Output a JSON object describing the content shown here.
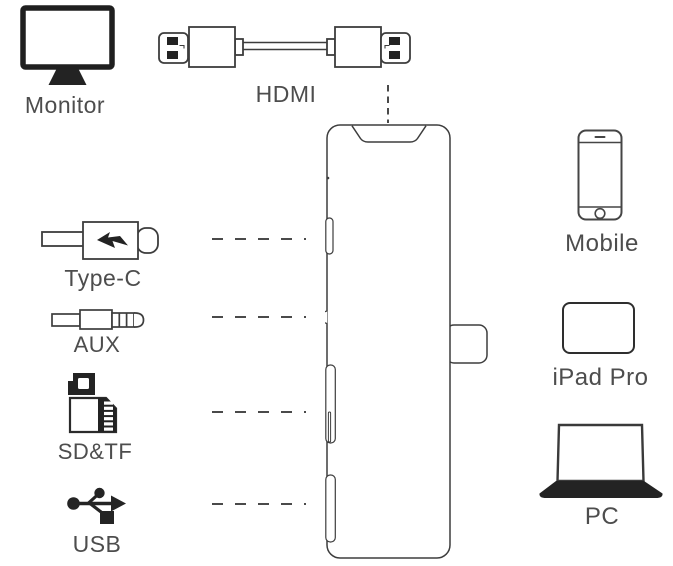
{
  "diagram": {
    "title": "USB-C hub connectivity diagram",
    "top": {
      "monitor": {
        "label": "Monitor",
        "icon": "monitor-icon"
      },
      "hdmi": {
        "label": "HDMI",
        "icon": "hdmi-cable-icon"
      }
    },
    "left_ports": {
      "type_c": {
        "label": "Type-C",
        "icon": "type-c-connector-icon"
      },
      "aux": {
        "label": "AUX",
        "icon": "aux-jack-icon"
      },
      "sd_tf": {
        "label": "SD&TF",
        "icon": "sd-tf-cards-icon"
      },
      "usb": {
        "label": "USB",
        "icon": "usb-trident-icon"
      }
    },
    "right_devices": {
      "mobile": {
        "label": "Mobile",
        "icon": "mobile-phone-icon"
      },
      "ipad": {
        "label": "iPad Pro",
        "icon": "ipad-tablet-icon"
      },
      "pc": {
        "label": "PC",
        "icon": "laptop-icon"
      }
    },
    "hub": {
      "name": "usb-c-hub",
      "features": [
        "hdmi-port-notch",
        "type-c-port",
        "aux-port",
        "sd-card-slot",
        "usb-port-slot",
        "usb-c-plug"
      ]
    },
    "connectors": {
      "style": "dashed",
      "count_horizontal": 4,
      "count_vertical": 1
    }
  },
  "colors": {
    "outline": "#3d3d3d",
    "label_text": "#4d4d4d",
    "solid_black": "#232323",
    "background": "#ffffff"
  }
}
